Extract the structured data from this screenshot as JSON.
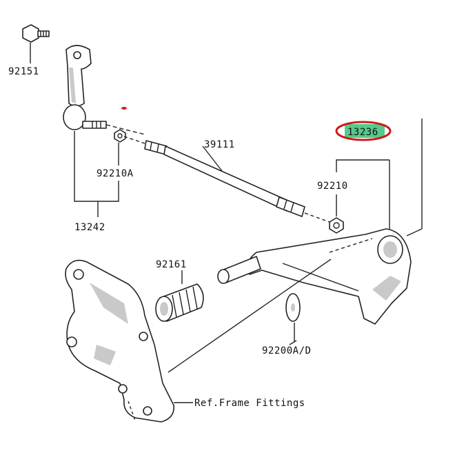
{
  "parts": {
    "bolt": "92151",
    "nut_left": "92210A",
    "rod_assembly": "13242",
    "tie_rod": "39111",
    "nut_right": "92210",
    "pedal": "13236",
    "pedal_rubber": "92161",
    "washer": "92200A/D"
  },
  "reference_label": "Ref.Frame Fittings",
  "colors": {
    "highlight_fill": "#56c98b",
    "highlight_ring": "#cc1a1a",
    "line": "#222222"
  }
}
